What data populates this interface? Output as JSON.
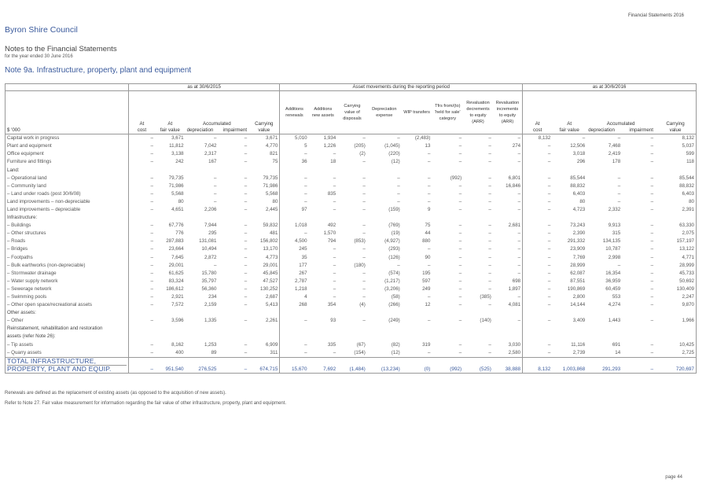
{
  "header_right": "Financial Statements 2016",
  "council": "Byron Shire Council",
  "notes_title": "Notes to the Financial Statements",
  "period": "for the year ended 30 June 2016",
  "note_heading": "Note 9a. Infrastructure, property, plant and equipment",
  "table": {
    "group_left": "as at 30/6/2015",
    "group_mid": "Asset movements during the reporting period",
    "group_right": "as at 30/6/2016",
    "currency": "$ '000",
    "cols": {
      "at1": "At",
      "at1b": "cost",
      "at2": "At",
      "at2b": "fair value",
      "accum": "Accumulated",
      "dep": "depreciation",
      "imp": "impairment",
      "carry": "Carrying",
      "carryb": "value",
      "add_ren": "Additions renewals",
      "add_new": "Additions new assets",
      "carry_disp": "Carrying value of disposals",
      "dep_exp": "Depreciation expense",
      "wip": "WIP transfers",
      "tfrs": "Tfrs from/(to) 'held for sale' category",
      "reval_dec": "Revaluation decrements to equity (ARR)",
      "reval_inc": "Revaluation increments to equity (ARR)",
      "at3": "At",
      "at3b": "cost",
      "at4": "At",
      "at4b": "fair value",
      "accum2": "Accumulated",
      "dep2": "depreciation",
      "imp2": "impairment",
      "carry2": "Carrying",
      "carry2b": "value"
    },
    "rows": [
      {
        "label": "Capital work in progress",
        "v": [
          "–",
          "3,671",
          "–",
          "–",
          "3,671",
          "5,010",
          "1,934",
          "–",
          "–",
          "(2,483)",
          "–",
          "–",
          "–",
          "8,132",
          "–",
          "–",
          "–",
          "8,132"
        ]
      },
      {
        "label": "Plant and equipment",
        "v": [
          "–",
          "11,812",
          "7,042",
          "–",
          "4,770",
          "5",
          "1,226",
          "(205)",
          "(1,045)",
          "13",
          "–",
          "–",
          "274",
          "–",
          "12,506",
          "7,468",
          "–",
          "5,037"
        ]
      },
      {
        "label": "Office equipment",
        "v": [
          "–",
          "3,138",
          "2,317",
          "–",
          "821",
          "–",
          "–",
          "(2)",
          "(220)",
          "–",
          "–",
          "–",
          "–",
          "–",
          "3,018",
          "2,419",
          "–",
          "599"
        ]
      },
      {
        "label": "Furniture and fittings",
        "v": [
          "–",
          "242",
          "167",
          "–",
          "75",
          "36",
          "18",
          "–",
          "(12)",
          "–",
          "–",
          "–",
          "–",
          "–",
          "296",
          "178",
          "–",
          "118"
        ]
      },
      {
        "label": "Land:",
        "section": true
      },
      {
        "label": "– Operational land",
        "v": [
          "–",
          "79,735",
          "–",
          "–",
          "79,735",
          "–",
          "–",
          "–",
          "–",
          "–",
          "(992)",
          "–",
          "6,801",
          "–",
          "85,544",
          "–",
          "–",
          "85,544"
        ]
      },
      {
        "label": "– Community land",
        "v": [
          "–",
          "71,986",
          "–",
          "–",
          "71,986",
          "–",
          "–",
          "–",
          "–",
          "–",
          "–",
          "–",
          "16,846",
          "–",
          "88,832",
          "–",
          "–",
          "88,832"
        ]
      },
      {
        "label": "– Land under roads (post 30/6/08)",
        "v": [
          "–",
          "5,568",
          "–",
          "–",
          "5,568",
          "–",
          "835",
          "–",
          "–",
          "–",
          "–",
          "–",
          "–",
          "–",
          "6,403",
          "–",
          "–",
          "6,403"
        ]
      },
      {
        "label": "Land improvements – non-depreciable",
        "v": [
          "–",
          "80",
          "–",
          "–",
          "80",
          "–",
          "–",
          "–",
          "–",
          "–",
          "–",
          "–",
          "–",
          "–",
          "80",
          "–",
          "–",
          "80"
        ]
      },
      {
        "label": "Land improvements – depreciable",
        "v": [
          "–",
          "4,651",
          "2,206",
          "–",
          "2,445",
          "97",
          "–",
          "–",
          "(159)",
          "9",
          "–",
          "–",
          "–",
          "–",
          "4,723",
          "2,332",
          "–",
          "2,391"
        ]
      },
      {
        "label": "Infrastructure:",
        "section": true
      },
      {
        "label": "– Buildings",
        "v": [
          "–",
          "67,776",
          "7,944",
          "–",
          "59,832",
          "1,018",
          "492",
          "–",
          "(769)",
          "75",
          "–",
          "–",
          "2,681",
          "–",
          "73,243",
          "9,913",
          "–",
          "63,330"
        ]
      },
      {
        "label": "– Other structures",
        "v": [
          "–",
          "776",
          "295",
          "–",
          "481",
          "–",
          "1,570",
          "–",
          "(19)",
          "44",
          "–",
          "–",
          "–",
          "–",
          "2,390",
          "315",
          "–",
          "2,075"
        ]
      },
      {
        "label": "– Roads",
        "v": [
          "–",
          "287,883",
          "131,081",
          "–",
          "156,802",
          "4,500",
          "794",
          "(853)",
          "(4,927)",
          "880",
          "–",
          "–",
          "–",
          "–",
          "291,332",
          "134,135",
          "–",
          "157,197"
        ]
      },
      {
        "label": "– Bridges",
        "v": [
          "–",
          "23,664",
          "10,494",
          "–",
          "13,170",
          "245",
          "–",
          "–",
          "(293)",
          "–",
          "–",
          "–",
          "–",
          "–",
          "23,909",
          "10,787",
          "–",
          "13,122"
        ]
      },
      {
        "label": "– Footpaths",
        "v": [
          "–",
          "7,645",
          "2,872",
          "–",
          "4,773",
          "35",
          "–",
          "–",
          "(126)",
          "90",
          "–",
          "–",
          "–",
          "–",
          "7,769",
          "2,998",
          "–",
          "4,771"
        ]
      },
      {
        "label": "– Bulk earthworks (non-depreciable)",
        "v": [
          "–",
          "29,001",
          "–",
          "–",
          "29,001",
          "177",
          "–",
          "(180)",
          "–",
          "–",
          "–",
          "–",
          "–",
          "–",
          "28,999",
          "–",
          "–",
          "28,999"
        ]
      },
      {
        "label": "– Stormwater drainage",
        "v": [
          "–",
          "61,625",
          "15,780",
          "–",
          "45,845",
          "267",
          "–",
          "–",
          "(574)",
          "195",
          "–",
          "–",
          "–",
          "–",
          "62,087",
          "16,354",
          "–",
          "45,733"
        ]
      },
      {
        "label": "– Water supply network",
        "v": [
          "–",
          "83,324",
          "35,797",
          "–",
          "47,527",
          "2,787",
          "–",
          "–",
          "(1,217)",
          "597",
          "–",
          "–",
          "698",
          "–",
          "87,551",
          "36,959",
          "–",
          "50,692"
        ]
      },
      {
        "label": "– Sewerage network",
        "v": [
          "–",
          "186,612",
          "56,360",
          "–",
          "130,252",
          "1,218",
          "–",
          "–",
          "(3,206)",
          "249",
          "–",
          "–",
          "1,897",
          "–",
          "190,869",
          "60,459",
          "–",
          "130,409"
        ]
      },
      {
        "label": "– Swimming pools",
        "v": [
          "–",
          "2,921",
          "234",
          "–",
          "2,687",
          "4",
          "–",
          "–",
          "(58)",
          "–",
          "–",
          "(385)",
          "–",
          "–",
          "2,800",
          "553",
          "–",
          "2,247"
        ]
      },
      {
        "label": "– Other open space/recreational assets",
        "v": [
          "–",
          "7,572",
          "2,159",
          "–",
          "5,413",
          "268",
          "354",
          "(4)",
          "(266)",
          "12",
          "–",
          "–",
          "4,081",
          "–",
          "14,144",
          "4,274",
          "–",
          "9,870"
        ]
      },
      {
        "label": "Other assets:",
        "section": true
      },
      {
        "label": "– Other",
        "v": [
          "–",
          "3,596",
          "1,335",
          "–",
          "2,261",
          "–",
          "93",
          "–",
          "(249)",
          "–",
          "–",
          "(140)",
          "–",
          "–",
          "3,409",
          "1,443",
          "–",
          "1,966"
        ]
      },
      {
        "label": "Reinstatement, rehabilitation and restoration",
        "section": true
      },
      {
        "label": "assets (refer Note 26):",
        "section": true,
        "sub": "(refer Note 26):"
      },
      {
        "label": "– Tip assets",
        "v": [
          "–",
          "8,162",
          "1,253",
          "–",
          "6,909",
          "–",
          "335",
          "(67)",
          "(82)",
          "319",
          "–",
          "–",
          "3,030",
          "–",
          "11,116",
          "691",
          "–",
          "10,425"
        ]
      },
      {
        "label": "– Quarry assets",
        "v": [
          "–",
          "400",
          "89",
          "–",
          "311",
          "–",
          "–",
          "(154)",
          "(12)",
          "–",
          "–",
          "–",
          "2,580",
          "–",
          "2,739",
          "14",
          "–",
          "2,725"
        ]
      }
    ],
    "total": {
      "label1": "TOTAL INFRASTRUCTURE,",
      "label2": "PROPERTY, PLANT AND EQUIP.",
      "v": [
        "–",
        "951,540",
        "276,525",
        "–",
        "674,715",
        "15,670",
        "7,692",
        "(1,484)",
        "(13,234)",
        "(0)",
        "(992)",
        "(525)",
        "38,888",
        "8,132",
        "1,003,868",
        "291,293",
        "–",
        "720,697"
      ]
    }
  },
  "footnote1": "Renewals are defined as the replacement of existing assets (as opposed to the acquisition of new assets).",
  "footnote2": "Refer to Note 27. Fair value measurement for information regarding the fair value of other infrastructure, property, plant and equipment.",
  "page": "page 44"
}
